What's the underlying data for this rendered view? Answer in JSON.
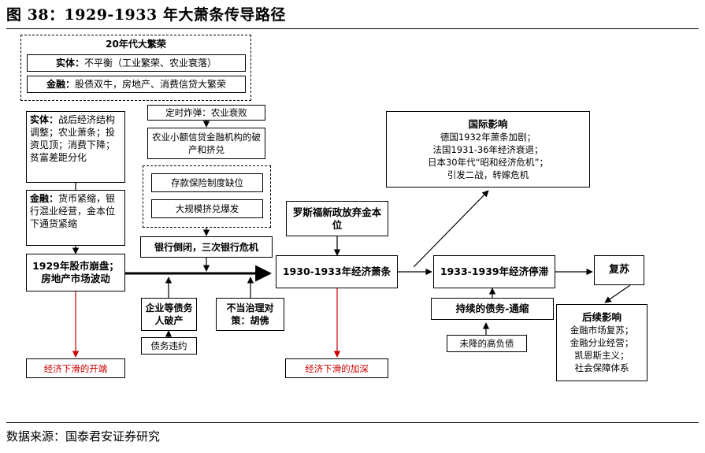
{
  "title": "图 38：1929-1933 年大萧条传导路径",
  "source": "数据来源：国泰君安证券研究",
  "boom": {
    "heading": "20年代大繁荣",
    "real_label": "实体：",
    "real_text": "不平衡（工业繁荣、农业衰落）",
    "finance_label": "金融：",
    "finance_text": "股债双牛，房地产、消费信贷大繁荣"
  },
  "real_economy": {
    "label": "实体：",
    "text": "战后经济结构调整；农业萧条；投资见顶；消费下降；贫富差距分化"
  },
  "finance_tight": {
    "label": "金融：",
    "text": "货币紧缩，银行混业经营，金本位下通货紧缩"
  },
  "crash_1929": "1929年股市崩盘；房地产市场波动",
  "fixed_price": "定时炸弹：农业衰败",
  "farm_credit": "农业小额信贷金融机构的破产和挤兑",
  "deposit_insurance": "存款保险制度缺位",
  "bank_run": "大规模挤兑爆发",
  "bank_crisis": "银行倒闭，三次银行危机",
  "corp_default": "企业等债务人破产",
  "debt_default": "债务违约",
  "bad_policy": "不当治理对策：胡佛",
  "roosevelt": "罗斯福新政放弃金本位",
  "depression": "1930-1933年经济萧条",
  "stagnation": "1933-1939年经济停滞",
  "recovery": "复苏",
  "deflation": "持续的债务-通缩",
  "high_debt": "未降的高负债",
  "intl": {
    "heading": "国际影响",
    "lines": [
      "德国1932年萧条加剧；",
      "法国1931-36年经济衰退；",
      "日本30年代“昭和经济危机”；",
      "引发二战，转嫁危机"
    ]
  },
  "aftermath": {
    "heading": "后续影响",
    "lines": [
      "金融市场复苏；",
      "金融分业经营；",
      "凯恩斯主义；",
      "社会保障体系"
    ]
  },
  "start_decline": "经济下滑的开端",
  "deepen_decline": "经济下滑的加深",
  "colors": {
    "red": "#cc0000",
    "line": "#000000"
  }
}
